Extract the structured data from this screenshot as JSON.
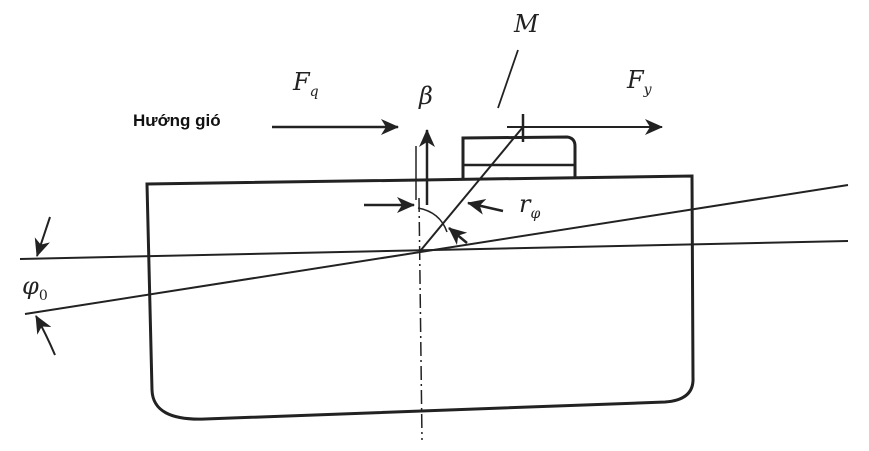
{
  "labels": {
    "mass": "M",
    "wind_force": {
      "main": "F",
      "sub": "q"
    },
    "thrust_force": {
      "main": "F",
      "sub": "y"
    },
    "beta": "β",
    "radius": {
      "main": "r",
      "sub": "φ"
    },
    "heel_angle": {
      "main": "φ",
      "sub": "0"
    },
    "wind_direction": "Hướng gió"
  },
  "colors": {
    "stroke": "#222222",
    "background": "#ffffff"
  }
}
